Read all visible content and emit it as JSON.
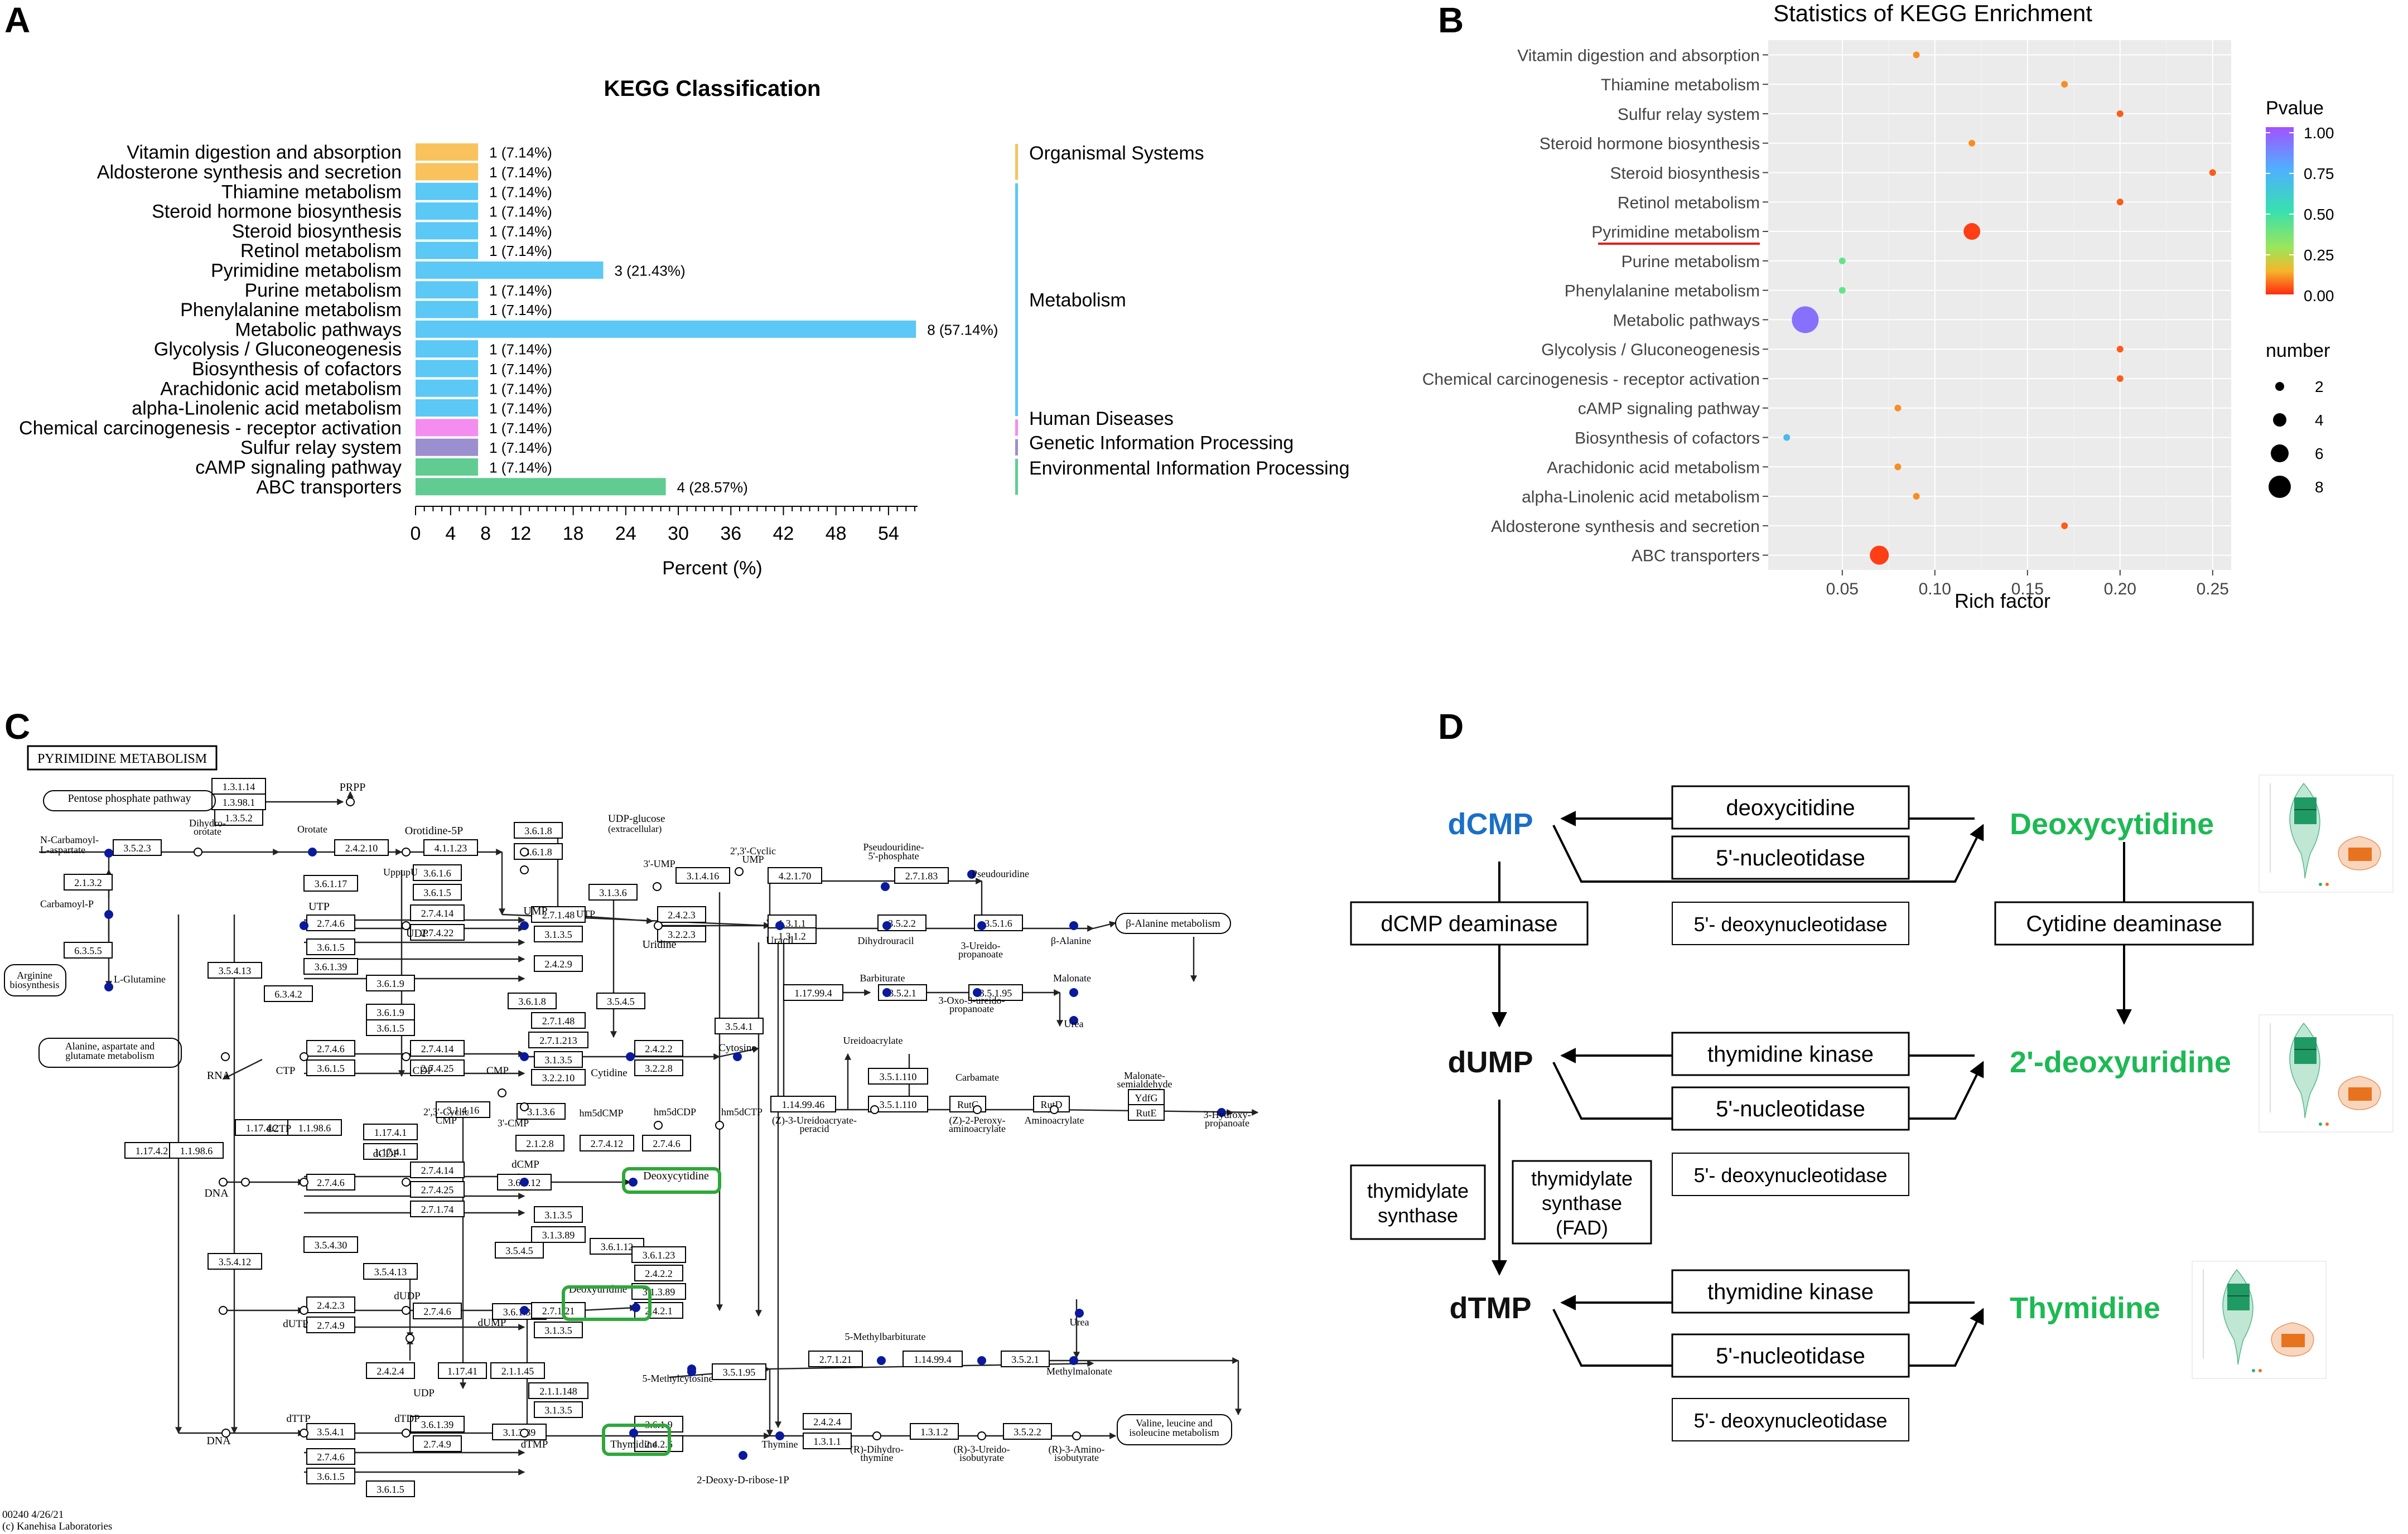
{
  "panel_letters": [
    "A",
    "B",
    "C",
    "D"
  ],
  "colors": {
    "organismal": "#f9c25d",
    "metabolism": "#5bc8f5",
    "human": "#f58cf0",
    "genetic": "#9b8fcf",
    "environmental": "#60cc92",
    "pathway_green": "#2fa83a",
    "dcmp_blue": "#1a6fc7",
    "nucleoside_green": "#1db954"
  },
  "chart_data": [
    {
      "type": "bar",
      "orientation": "horizontal",
      "title": "KEGG Classification",
      "xlabel": "Percent (%)",
      "xlim": [
        0,
        57
      ],
      "xticks": [
        0,
        4,
        8,
        12,
        18,
        24,
        30,
        36,
        42,
        48,
        54
      ],
      "categories": [
        "Vitamin digestion and absorption",
        "Aldosterone synthesis and secretion",
        "Thiamine metabolism",
        "Steroid hormone biosynthesis",
        "Steroid biosynthesis",
        "Retinol metabolism",
        "Pyrimidine metabolism",
        "Purine metabolism",
        "Phenylalanine metabolism",
        "Metabolic pathways",
        "Glycolysis / Gluconeogenesis",
        "Biosynthesis of cofactors",
        "Arachidonic acid metabolism",
        "alpha-Linolenic acid metabolism",
        "Chemical carcinogenesis - receptor activation",
        "Sulfur relay system",
        "cAMP signaling pathway",
        "ABC transporters"
      ],
      "values": [
        7.14,
        7.14,
        7.14,
        7.14,
        7.14,
        7.14,
        21.43,
        7.14,
        7.14,
        57.14,
        7.14,
        7.14,
        7.14,
        7.14,
        7.14,
        7.14,
        7.14,
        28.57
      ],
      "value_labels": [
        "1 (7.14%)",
        "1 (7.14%)",
        "1 (7.14%)",
        "1 (7.14%)",
        "1 (7.14%)",
        "1 (7.14%)",
        "3 (21.43%)",
        "1 (7.14%)",
        "1 (7.14%)",
        "8 (57.14%)",
        "1 (7.14%)",
        "1 (7.14%)",
        "1 (7.14%)",
        "1 (7.14%)",
        "1 (7.14%)",
        "1 (7.14%)",
        "1 (7.14%)",
        "4 (28.57%)"
      ],
      "groups": [
        "organismal",
        "organismal",
        "metabolism",
        "metabolism",
        "metabolism",
        "metabolism",
        "metabolism",
        "metabolism",
        "metabolism",
        "metabolism",
        "metabolism",
        "metabolism",
        "metabolism",
        "metabolism",
        "human",
        "genetic",
        "environmental",
        "environmental"
      ],
      "legend": [
        {
          "key": "organismal",
          "label": "Organismal Systems",
          "rows": [
            0,
            1
          ]
        },
        {
          "key": "metabolism",
          "label": "Metabolism",
          "rows": [
            2,
            13
          ]
        },
        {
          "key": "human",
          "label": "Human Diseases",
          "rows": [
            14,
            14
          ]
        },
        {
          "key": "genetic",
          "label": "Genetic Information Processing",
          "rows": [
            15,
            15
          ]
        },
        {
          "key": "environmental",
          "label": "Environmental Information Processing",
          "rows": [
            16,
            17
          ]
        }
      ]
    },
    {
      "type": "scatter",
      "title": "Statistics of KEGG Enrichment",
      "xlabel": "Rich factor",
      "xlim": [
        0.01,
        0.26
      ],
      "xticks": [
        "0.05",
        "0.10",
        "0.15",
        "0.20",
        "0.25"
      ],
      "categories": [
        "Vitamin digestion and absorption",
        "Thiamine metabolism",
        "Sulfur relay system",
        "Steroid hormone biosynthesis",
        "Steroid biosynthesis",
        "Retinol metabolism",
        "Pyrimidine metabolism",
        "Purine metabolism",
        "Phenylalanine metabolism",
        "Metabolic pathways",
        "Glycolysis / Gluconeogenesis",
        "Chemical carcinogenesis - receptor activation",
        "cAMP signaling pathway",
        "Biosynthesis of cofactors",
        "Arachidonic acid metabolism",
        "alpha-Linolenic acid metabolism",
        "Aldosterone synthesis and secretion",
        "ABC transporters"
      ],
      "rich_factor": [
        0.09,
        0.17,
        0.2,
        0.12,
        0.25,
        0.2,
        0.12,
        0.05,
        0.05,
        0.03,
        0.2,
        0.2,
        0.08,
        0.02,
        0.08,
        0.09,
        0.17,
        0.07
      ],
      "number": [
        1,
        1,
        1,
        1,
        1,
        1,
        3,
        1,
        1,
        8,
        1,
        1,
        1,
        1,
        1,
        1,
        1,
        4
      ],
      "pvalue": [
        0.1,
        0.1,
        0.05,
        0.1,
        0.05,
        0.05,
        0.02,
        0.4,
        0.4,
        0.92,
        0.05,
        0.05,
        0.1,
        0.7,
        0.1,
        0.1,
        0.05,
        0.02
      ],
      "highlight": "Pyrimidine metabolism",
      "color_legend": {
        "title": "Pvalue",
        "ticks": [
          "1.00",
          "0.75",
          "0.50",
          "0.25",
          "0.00"
        ]
      },
      "size_legend": {
        "title": "number",
        "values": [
          2,
          4,
          6,
          8
        ]
      }
    }
  ],
  "pathway_map": {
    "title": "PYRIMIDINE METABOLISM",
    "footer": [
      "00240 4/26/21",
      "(c) Kanehisa Laboratories"
    ],
    "labels": [
      {
        "t": "Pentose phosphate pathway"
      },
      {
        "t": "PRPP"
      },
      {
        "t": "N-Carbamoyl-"
      },
      {
        "t": "L-aspartate"
      },
      {
        "t": "Dihydro-"
      },
      {
        "t": "orotate"
      },
      {
        "t": "Orotate"
      },
      {
        "t": "Orotidine-5P"
      },
      {
        "t": "UDP-glucose"
      },
      {
        "t": "(extracellular)"
      },
      {
        "t": "Carbamoyl-P"
      },
      {
        "t": "L-Glutamine"
      },
      {
        "t": "Arginine"
      },
      {
        "t": "biosynthesis"
      },
      {
        "t": "Alanine, aspartate and"
      },
      {
        "t": "glutamate metabolism"
      },
      {
        "t": "UTP"
      },
      {
        "t": "UDP"
      },
      {
        "t": "UMP"
      },
      {
        "t": "UppupU"
      },
      {
        "t": "UTP"
      },
      {
        "t": "3'-UMP"
      },
      {
        "t": "2',3'-Cyclic"
      },
      {
        "t": "UMP"
      },
      {
        "t": "Uridine"
      },
      {
        "t": "Uracil"
      },
      {
        "t": "Pseudouridine-"
      },
      {
        "t": "5'-phosphate"
      },
      {
        "t": "Pseudouridine"
      },
      {
        "t": "Dihydrouracil"
      },
      {
        "t": "3-Ureido-"
      },
      {
        "t": "propanoate"
      },
      {
        "t": "β-Alanine"
      },
      {
        "t": "β-Alanine metabolism"
      },
      {
        "t": "Barbiturate"
      },
      {
        "t": "Malonate"
      },
      {
        "t": "3-Oxo-3-ureido-"
      },
      {
        "t": "propanoate"
      },
      {
        "t": "Urea"
      },
      {
        "t": "Cytosine"
      },
      {
        "t": "CTP"
      },
      {
        "t": "CDP"
      },
      {
        "t": "CMP"
      },
      {
        "t": "Cytidine"
      },
      {
        "t": "RNA"
      },
      {
        "t": "2',3'-Cyclic"
      },
      {
        "t": "CMP"
      },
      {
        "t": "3'-CMP"
      },
      {
        "t": "hm5dCMP"
      },
      {
        "t": "hm5dCDP"
      },
      {
        "t": "hm5dCTP"
      },
      {
        "t": "dCTP"
      },
      {
        "t": "dCDP"
      },
      {
        "t": "dCMP"
      },
      {
        "t": "Deoxycytidine"
      },
      {
        "t": "DNA"
      },
      {
        "t": "Ureidoacrylate"
      },
      {
        "t": "Carbamate"
      },
      {
        "t": "(Z)-3-Ureidoacryate-"
      },
      {
        "t": "peracid"
      },
      {
        "t": "(Z)-2-Peroxy-"
      },
      {
        "t": "aminoacrylate"
      },
      {
        "t": "Aminoacrylate"
      },
      {
        "t": "Malonate-"
      },
      {
        "t": "semialdehyde"
      },
      {
        "t": "3-Hydroxy-"
      },
      {
        "t": "propanoate"
      },
      {
        "t": "Deoxyuridine"
      },
      {
        "t": "dUTP"
      },
      {
        "t": "dUDP"
      },
      {
        "t": "dUMP"
      },
      {
        "t": "UDP"
      },
      {
        "t": "5-Methylbarbiturate"
      },
      {
        "t": "Urea"
      },
      {
        "t": "5-Methylcytosine"
      },
      {
        "t": "Methylmalonate"
      },
      {
        "t": "dTTP"
      },
      {
        "t": "dTDP"
      },
      {
        "t": "dTMP"
      },
      {
        "t": "DNA"
      },
      {
        "t": "Thymidine"
      },
      {
        "t": "Thymine"
      },
      {
        "t": "(R)-Dihydro-"
      },
      {
        "t": "thymine"
      },
      {
        "t": "(R)-3-Ureido-"
      },
      {
        "t": "isobutyrate"
      },
      {
        "t": "(R)-3-Amino-"
      },
      {
        "t": "isobutyrate"
      },
      {
        "t": "Valine, leucine and"
      },
      {
        "t": "isoleucine metabolism"
      },
      {
        "t": "2-Deoxy-D-ribose-1P"
      }
    ],
    "enzymes": [
      {
        "t": "1.3.1.14"
      },
      {
        "t": "1.3.98.1"
      },
      {
        "t": "1.3.5.2"
      },
      {
        "t": "3.5.2.3"
      },
      {
        "t": "2.4.2.10"
      },
      {
        "t": "4.1.1.23"
      },
      {
        "t": "2.1.3.2"
      },
      {
        "t": "6.3.5.5"
      },
      {
        "t": "3.6.1.8"
      },
      {
        "t": "3.6.1.8"
      },
      {
        "t": "3.1.3.6"
      },
      {
        "t": "3.1.4.16"
      },
      {
        "t": "3.6.1.17"
      },
      {
        "t": "3.6.1.6"
      },
      {
        "t": "3.6.1.5"
      },
      {
        "t": "2.7.4.6"
      },
      {
        "t": "2.7.4.14"
      },
      {
        "t": "2.7.4.22"
      },
      {
        "t": "3.6.1.5"
      },
      {
        "t": "3.6.1.39"
      },
      {
        "t": "2.7.1.48"
      },
      {
        "t": "3.1.3.5"
      },
      {
        "t": "2.4.2.3"
      },
      {
        "t": "3.2.2.3"
      },
      {
        "t": "4.2.1.70"
      },
      {
        "t": "2.7.1.83"
      },
      {
        "t": "1.3.1.1"
      },
      {
        "t": "1.3.1.2"
      },
      {
        "t": "3.5.2.2"
      },
      {
        "t": "3.5.1.6"
      },
      {
        "t": "3.5.4.13"
      },
      {
        "t": "6.3.4.2"
      },
      {
        "t": "3.6.1.9"
      },
      {
        "t": "2.4.2.9"
      },
      {
        "t": "3.6.1.9"
      },
      {
        "t": "3.6.1.8"
      },
      {
        "t": "3.5.4.5"
      },
      {
        "t": "2.7.1.48"
      },
      {
        "t": "2.7.1.213"
      },
      {
        "t": "3.1.3.5"
      },
      {
        "t": "3.2.2.10"
      },
      {
        "t": "2.4.2.2"
      },
      {
        "t": "3.2.2.8"
      },
      {
        "t": "1.17.99.4"
      },
      {
        "t": "3.5.2.1"
      },
      {
        "t": "3.5.1.95"
      },
      {
        "t": "3.5.4.1"
      },
      {
        "t": "3.6.1.5"
      },
      {
        "t": "2.7.4.6"
      },
      {
        "t": "3.6.1.5"
      },
      {
        "t": "2.7.4.14"
      },
      {
        "t": "2.7.4.25"
      },
      {
        "t": "1.14.99.46"
      },
      {
        "t": "3.5.1.110"
      },
      {
        "t": "3.5.1.110"
      },
      {
        "t": "RutC"
      },
      {
        "t": "RutD"
      },
      {
        "t": "YdfG"
      },
      {
        "t": "RutE"
      },
      {
        "t": "3.1.4.16"
      },
      {
        "t": "3.1.3.6"
      },
      {
        "t": "1.17.4.2"
      },
      {
        "t": "1.1.98.6"
      },
      {
        "t": "1.17.4.1"
      },
      {
        "t": "1.17.4.2"
      },
      {
        "t": "1.1.98.6"
      },
      {
        "t": "1.17.4.1"
      },
      {
        "t": "2.1.2.8"
      },
      {
        "t": "2.7.4.12"
      },
      {
        "t": "2.7.4.6"
      },
      {
        "t": "2.7.4.6"
      },
      {
        "t": "2.7.4.14"
      },
      {
        "t": "2.7.4.25"
      },
      {
        "t": "2.7.1.74"
      },
      {
        "t": "3.6.1.12"
      },
      {
        "t": "3.1.3.5"
      },
      {
        "t": "3.1.3.89"
      },
      {
        "t": "3.5.4.30"
      },
      {
        "t": "3.6.1.12"
      },
      {
        "t": "3.5.4.5"
      },
      {
        "t": "3.5.4.12"
      },
      {
        "t": "3.5.4.13"
      },
      {
        "t": "3.6.1.23"
      },
      {
        "t": "2.4.2.2"
      },
      {
        "t": "2.4.2.3"
      },
      {
        "t": "2.7.4.6"
      },
      {
        "t": "2.7.4.9"
      },
      {
        "t": "3.6.1.39"
      },
      {
        "t": "2.7.1.21"
      },
      {
        "t": "3.1.3.5"
      },
      {
        "t": "3.1.3.89"
      },
      {
        "t": "2.4.2.1"
      },
      {
        "t": "2.4.2.4"
      },
      {
        "t": "1.17.41"
      },
      {
        "t": "2.1.1.45"
      },
      {
        "t": "2.1.1.148"
      },
      {
        "t": "3.1.3.5"
      },
      {
        "t": "3.1.3.89"
      },
      {
        "t": "2.7.1.21"
      },
      {
        "t": "1.14.99.4"
      },
      {
        "t": "3.5.2.1"
      },
      {
        "t": "3.5.1.95"
      },
      {
        "t": "3.5.4.1"
      },
      {
        "t": "2.7.4.6"
      },
      {
        "t": "3.6.1.5"
      },
      {
        "t": "3.6.1.39"
      },
      {
        "t": "2.7.4.9"
      },
      {
        "t": "3.6.1.5"
      },
      {
        "t": "3.6.1.9"
      },
      {
        "t": "2.4.2.6"
      },
      {
        "t": "2.4.2.4"
      },
      {
        "t": "1.3.1.1"
      },
      {
        "t": "1.3.1.2"
      },
      {
        "t": "3.5.2.2"
      },
      {
        "t": "3.5.1.6"
      }
    ]
  },
  "panel_d": {
    "metabolites": [
      {
        "key": "dcmp",
        "text": "dCMP"
      },
      {
        "key": "dump",
        "text": "dUMP"
      },
      {
        "key": "dtmp",
        "text": "dTMP"
      },
      {
        "key": "deoxycytidine",
        "text": "Deoxycytidine"
      },
      {
        "key": "deoxyuridine",
        "text": "2'-deoxyuridine"
      },
      {
        "key": "thymidine",
        "text": "Thymidine"
      }
    ],
    "enzymes": [
      {
        "key": "e1",
        "lines": [
          "deoxycitidine"
        ]
      },
      {
        "key": "e2",
        "lines": [
          "5'-nucleotidase"
        ]
      },
      {
        "key": "e3",
        "lines": [
          "5'- deoxynucleotidase"
        ]
      },
      {
        "key": "e4",
        "lines": [
          "dCMP deaminase"
        ]
      },
      {
        "key": "e5",
        "lines": [
          "Cytidine deaminase"
        ]
      },
      {
        "key": "e6",
        "lines": [
          "thymidine kinase"
        ]
      },
      {
        "key": "e7",
        "lines": [
          "5'-nucleotidase"
        ]
      },
      {
        "key": "e8",
        "lines": [
          "5'- deoxynucleotidase"
        ]
      },
      {
        "key": "e9",
        "lines": [
          "thymidylate",
          "synthase"
        ]
      },
      {
        "key": "e10",
        "lines": [
          "thymidylate",
          "synthase",
          "(FAD)"
        ]
      },
      {
        "key": "e11",
        "lines": [
          "thymidine kinase"
        ]
      },
      {
        "key": "e12",
        "lines": [
          "5'-nucleotidase"
        ]
      },
      {
        "key": "e13",
        "lines": [
          "5'- deoxynucleotidase"
        ]
      }
    ]
  }
}
